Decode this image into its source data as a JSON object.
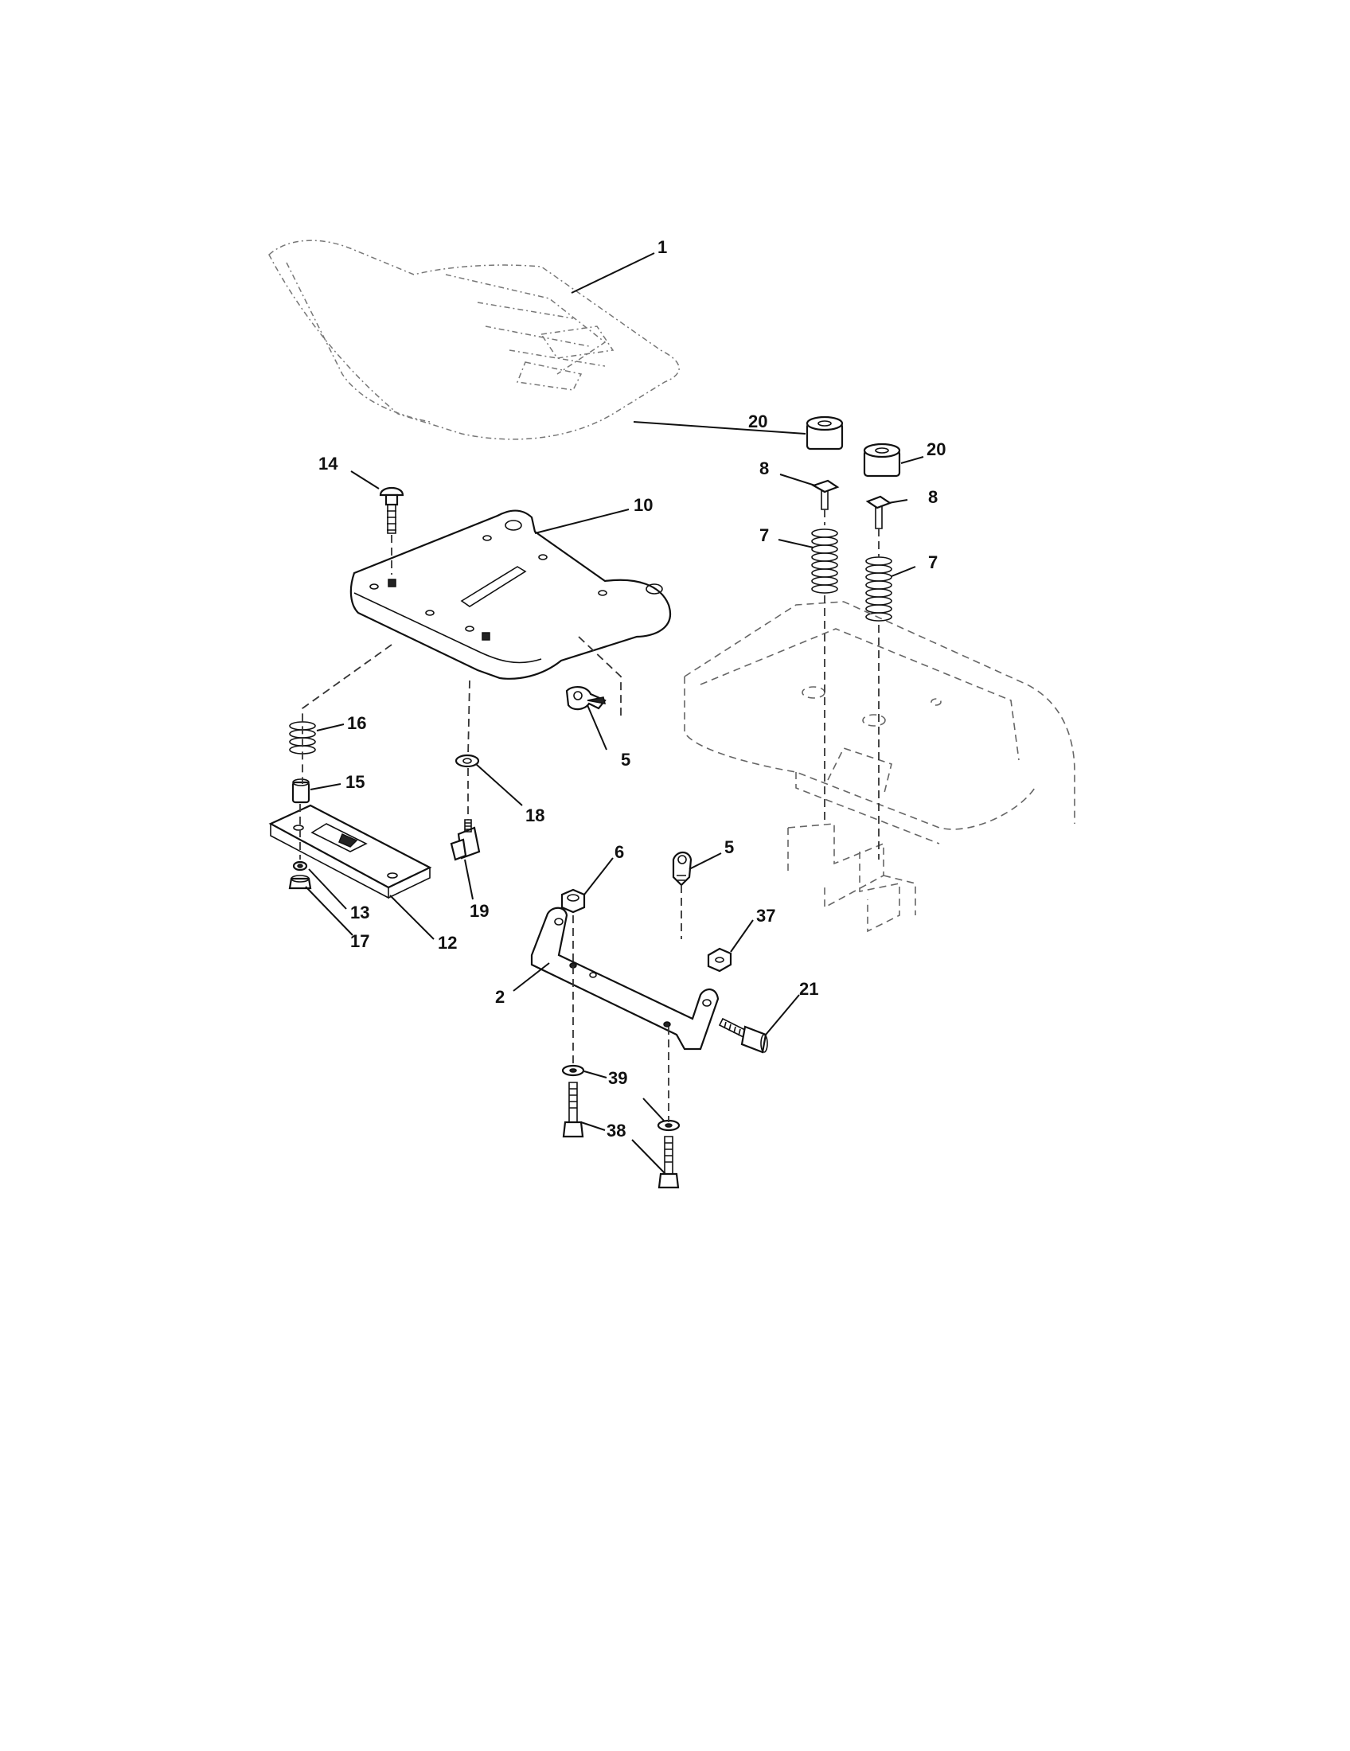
{
  "callouts": {
    "c1": "1",
    "c2": "2",
    "c5a": "5",
    "c5b": "5",
    "c6": "6",
    "c7a": "7",
    "c7b": "7",
    "c8a": "8",
    "c8b": "8",
    "c10": "10",
    "c12": "12",
    "c13": "13",
    "c14": "14",
    "c15": "15",
    "c16": "16",
    "c17": "17",
    "c18": "18",
    "c19": "19",
    "c20a": "20",
    "c20b": "20",
    "c21": "21",
    "c37": "37",
    "c38": "38",
    "c39": "39"
  }
}
